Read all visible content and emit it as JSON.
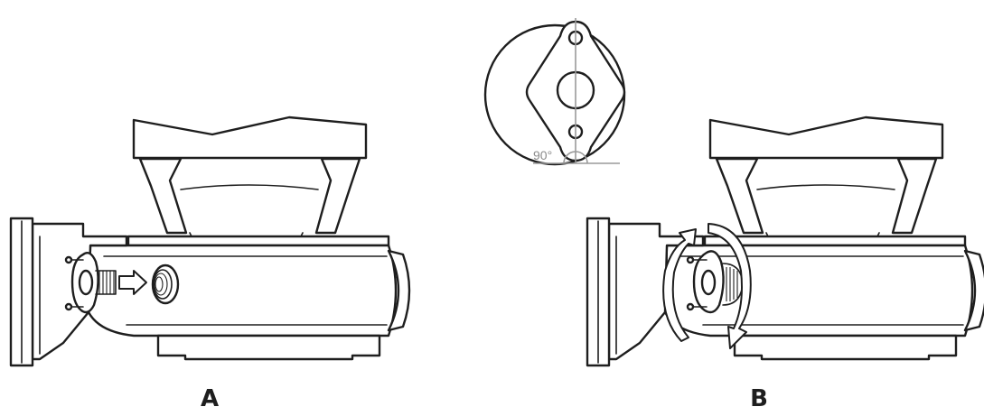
{
  "panels": [
    {
      "id": "A",
      "label": "A"
    },
    {
      "id": "B",
      "label": "B"
    }
  ],
  "detail": {
    "angle_label": "90°"
  },
  "colors": {
    "line": "#1e1e1e",
    "grey": "#9a9a9a",
    "background": "#ffffff"
  }
}
